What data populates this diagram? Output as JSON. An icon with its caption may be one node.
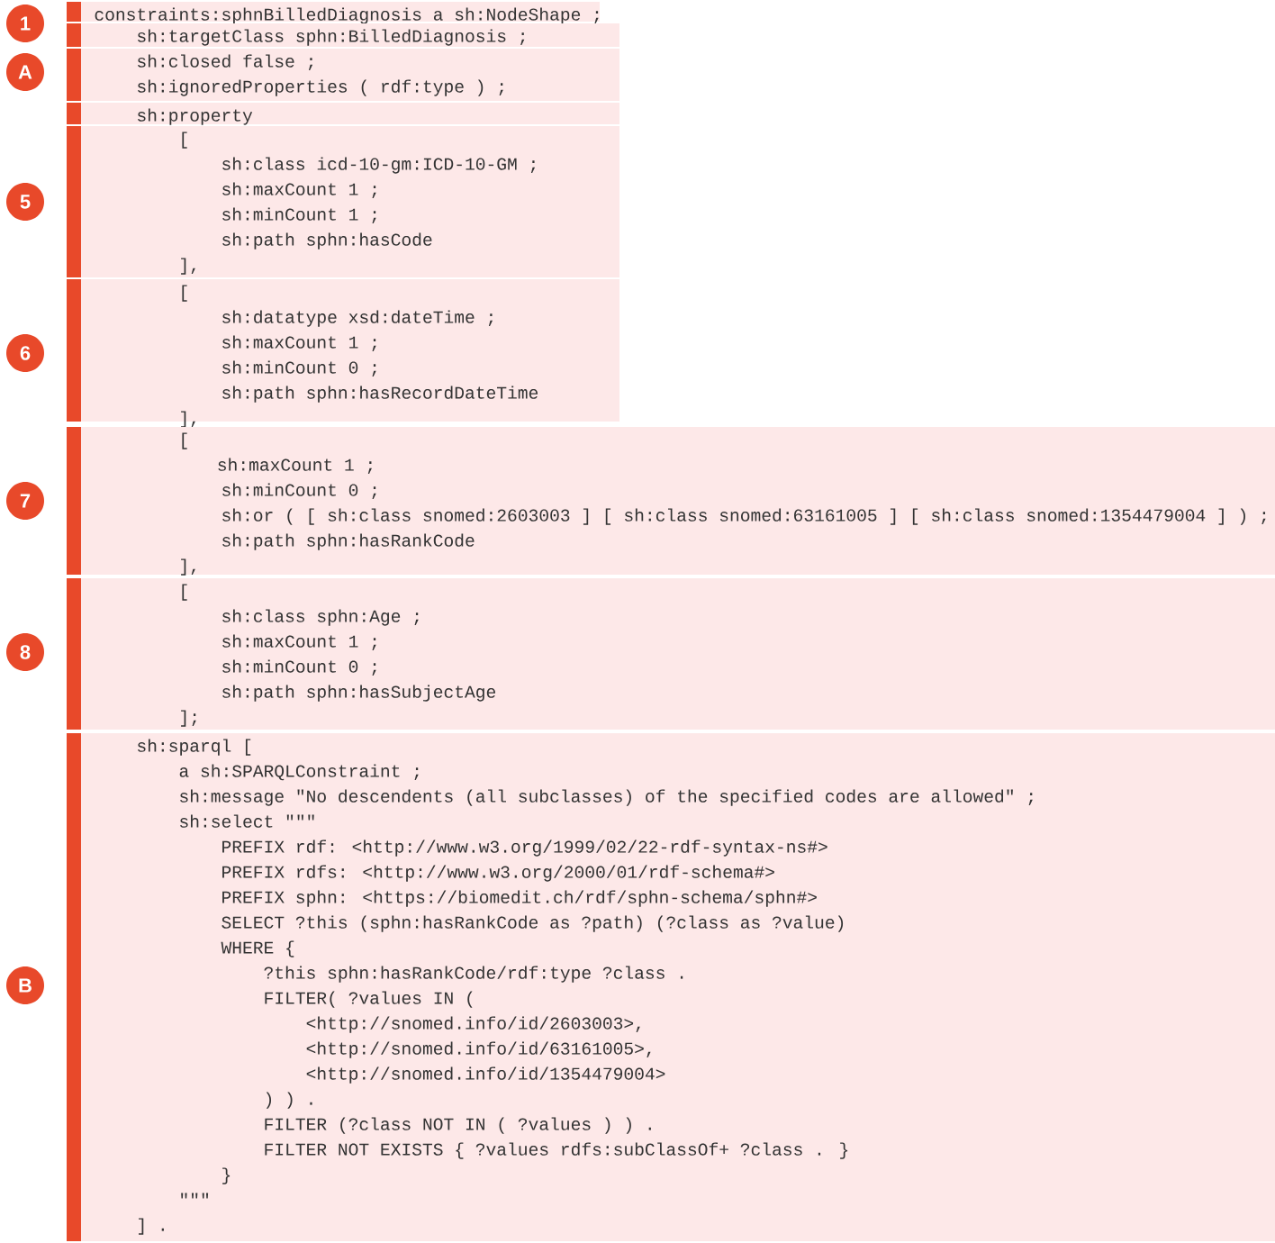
{
  "diagram": {
    "nodes": [
      {
        "text": [
          "1"
        ]
      },
      {
        "text": [
          "constraints:sphnBilledDiagnosis a sh:NodeShape ;"
        ]
      },
      {
        "text": [
          "sh:targetClass sphn:BilledDiagnosis ;"
        ]
      },
      {
        "text": [
          "A"
        ]
      },
      {
        "text": [
          "sh:closed false ;",
          "sh:ignoredProperties ( rdf:type ) ;"
        ]
      },
      {
        "text": [
          "sh:property"
        ]
      },
      {
        "text": [
          "5"
        ]
      },
      {
        "text": [
          "[",
          "sh:class icd-10-gm:ICD-10-GM ;",
          "sh:maxCount 1 ;",
          "sh:minCount 1 ;",
          "sh:path sphn:hasCode",
          "],"
        ]
      },
      {
        "text": [
          "6"
        ]
      },
      {
        "text": [
          "[",
          "sh:datatype xsd:dateTime ;",
          "sh:maxCount 1 ;",
          "sh:minCount 0 ;",
          "sh:path sphn:hasRecordDateTime",
          "],"
        ]
      },
      {
        "text": [
          "7"
        ]
      },
      {
        "text": [
          "[",
          "sh:maxCount 1 ;",
          "sh:minCount 0 ;",
          "sh:or ( [ sh:class snomed:2603003 ] [ sh:class snomed:63161005 ] [ sh:class snomed:1354479004 ] ) ;",
          "sh:path sphn:hasRankCode",
          "],"
        ]
      },
      {
        "text": [
          "8"
        ]
      },
      {
        "text": [
          "[",
          "sh:class sphn:Age ;",
          "sh:maxCount 1 ;",
          "sh:minCount 0 ;",
          "sh:path sphn:hasSubjectAge",
          "];"
        ]
      },
      {
        "text": [
          "B"
        ]
      },
      {
        "text": [
          "sh:sparql [",
          "a sh:SPARQLConstraint ;",
          "sh:message \"No descendents (all subclasses) of the specified codes are allowed\" ;",
          "sh:select \"\"\"",
          "PREFIX rdf: <http://www.w3.org/1999/02/22-rdf-syntax-ns#>",
          "PREFIX rdfs: <http://www.w3.org/2000/01/rdf-schema#>",
          "PREFIX sphn: <https://biomedit.ch/rdf/sphn-schema/sphn#>",
          "SELECT ?this (sphn:hasRankCode as ?path) (?class as ?value)",
          "WHERE {",
          "?this sphn:hasRankCode/rdf:type ?class .",
          "FILTER( ?values IN (",
          "<http://snomed.info/id/2603003>,",
          "<http://snomed.info/id/63161005>,",
          "<http://snomed.info/id/1354479004>",
          ") ) .",
          "FILTER (?class NOT IN ( ?values ) ) .",
          "FILTER NOT EXISTS { ?values rdfs:subClassOf+ ?class . }",
          "}",
          "\"\"\"",
          "] ."
        ]
      }
    ]
  }
}
